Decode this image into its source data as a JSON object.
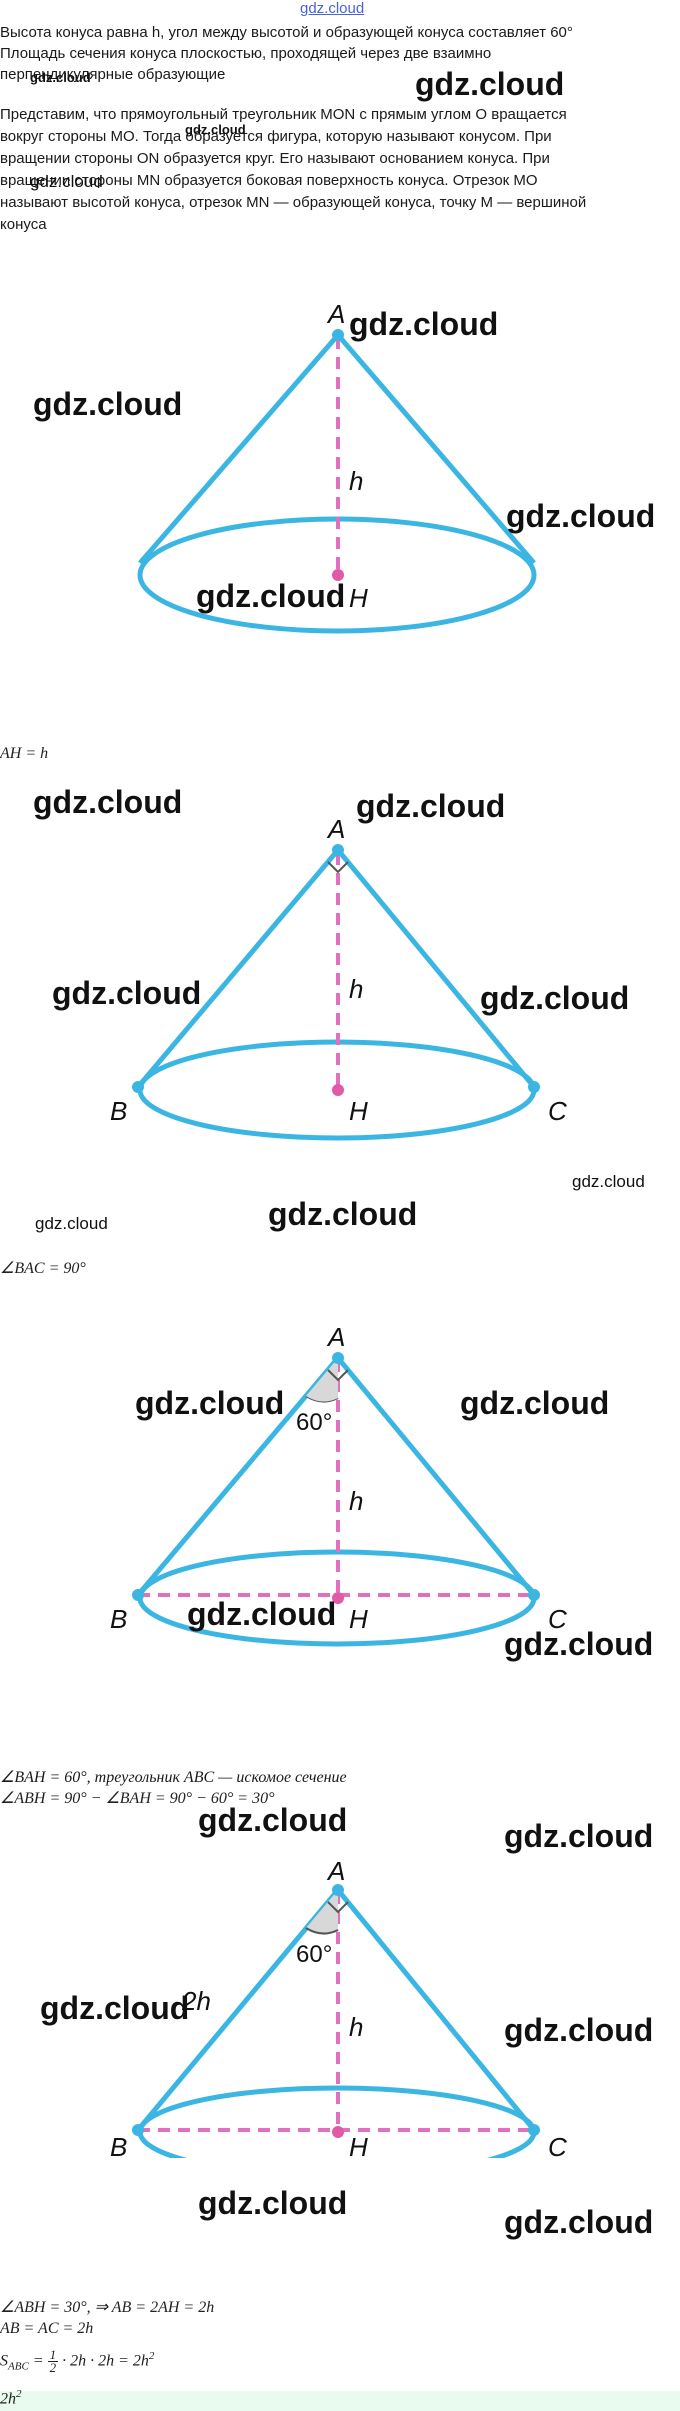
{
  "header": {
    "watermark": "gdz.cloud"
  },
  "watermark": "gdz.cloud",
  "problem": {
    "line1": "Высота конуса равна h, угол между высотой и образующей конуса составляет 60°",
    "line2": "Площадь сечения конуса плоскостью, проходящей через две взаимно",
    "line3": "перпендикулярные образующие"
  },
  "theory": {
    "l1": "Представим, что прямоугольный треугольник MON с прямым углом O вращается",
    "l2": "вокруг стороны MO. Тогда образуется фигура, которую называют конусом. При",
    "l3": "вращении стороны ON образуется круг. Его называют основанием конуса. При",
    "l4": "вращении стороны MN образуется боковая поверхность конуса. Отрезок MO",
    "l5": "называют высотой конуса, отрезок MN — образующей конуса, точку M — вершиной",
    "l6": "конуса"
  },
  "figures": {
    "apex": "A",
    "center": "H",
    "left": "B",
    "right": "C",
    "height": "h",
    "angle": "60°",
    "generatrix": "2h"
  },
  "steps": {
    "s1": "AH = h",
    "s2": "∠BAC = 90°",
    "s3": "∠BAH = 60°, треугольник ABC — искомое сечение",
    "s4": "∠ABH = 90° − ∠BAH = 90° − 60° = 30°",
    "s5": "∠ABH = 30°, ⇒ AB = 2AH = 2h",
    "s6": "AB = AC = 2h",
    "s7_prefix": "S",
    "s7_sub": "ABC",
    "s7_eq": " = ",
    "s7_num": "1",
    "s7_den": "2",
    "s7_rest": " · 2h · 2h = 2h",
    "s7_sup": "2",
    "answer_base": "2h",
    "answer_sup": "2"
  },
  "colors": {
    "cone": "#3bb6e3",
    "dash": "#e070c0",
    "point": "#e05aa8",
    "angle": "#555555"
  }
}
